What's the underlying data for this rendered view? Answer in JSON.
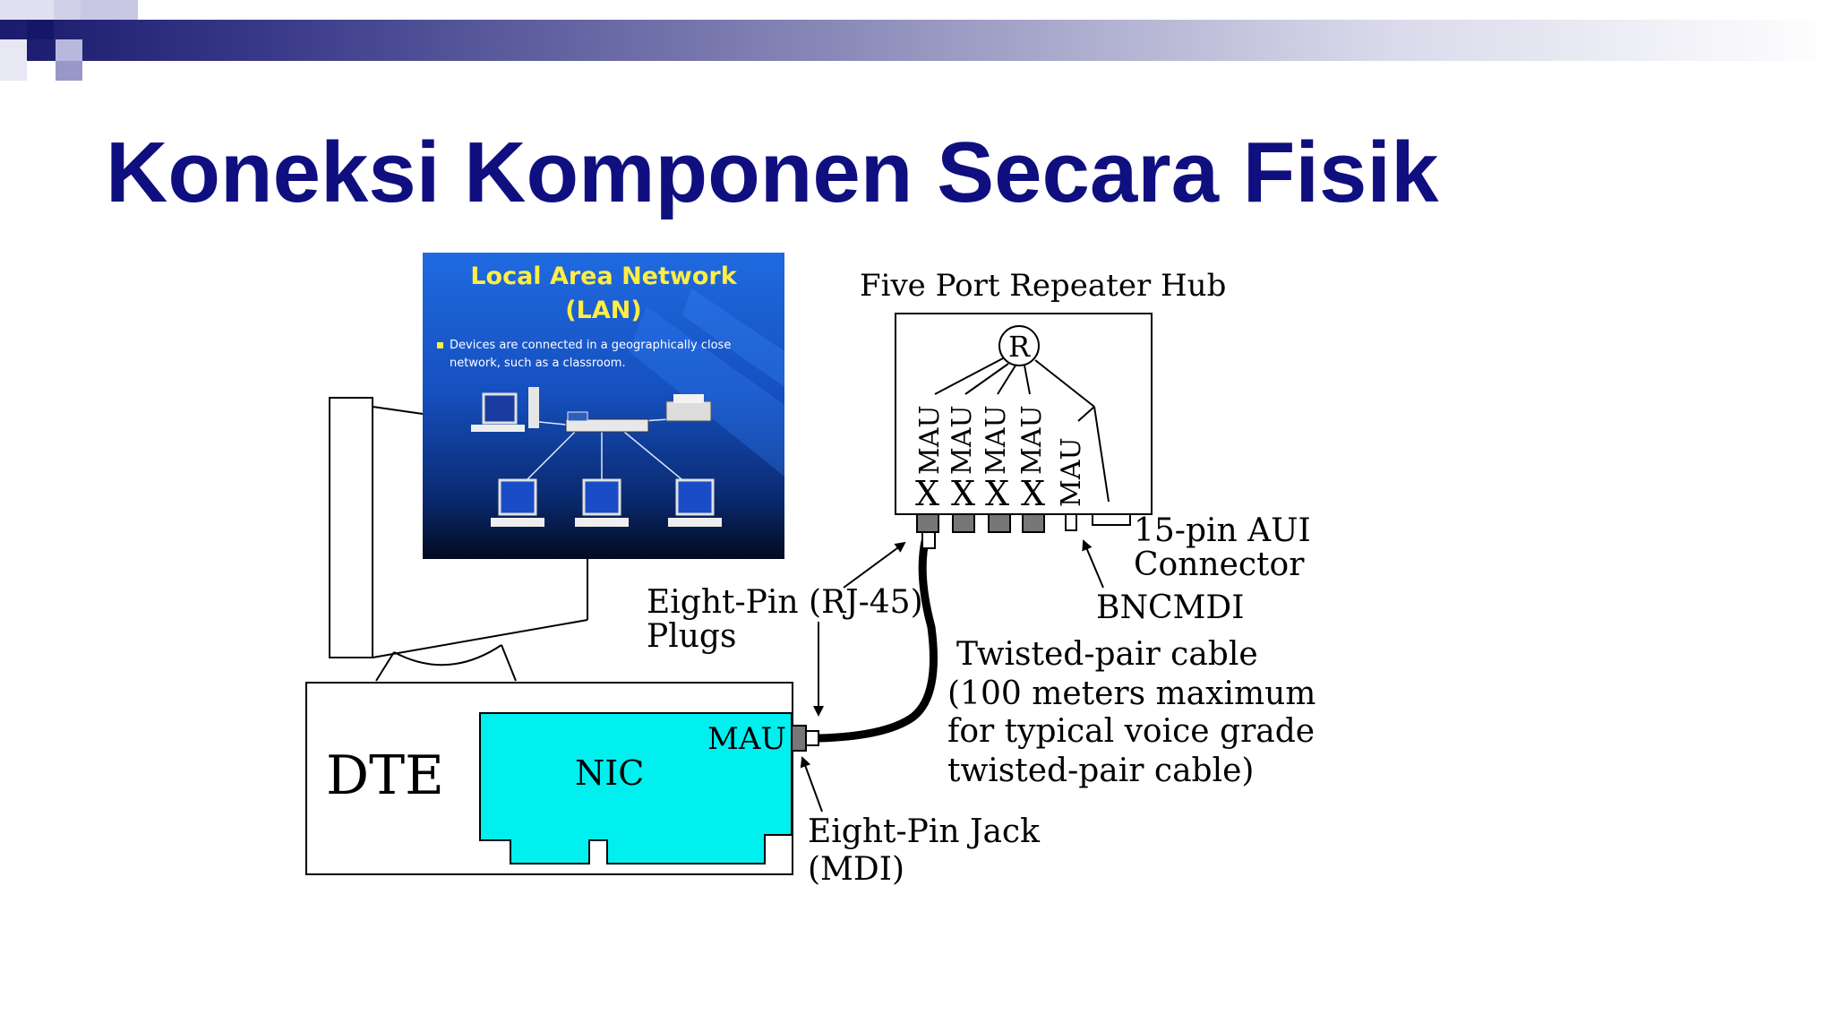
{
  "slide": {
    "title": "Koneksi Komponen Secara Fisik"
  },
  "lan_panel": {
    "title_line1": "Local Area Network",
    "title_line2": "(LAN)",
    "bullet": "Devices are connected in a geographically close network, such as a classroom."
  },
  "diagram": {
    "hub_title": "Five Port Repeater Hub",
    "repeater_symbol": "R",
    "mau_labels": [
      "MAU",
      "MAU",
      "MAU",
      "MAU",
      "MAU"
    ],
    "x_labels": [
      "X",
      "X",
      "X",
      "X"
    ],
    "aui_line1": "15-pin AUI",
    "aui_line2": "Connector",
    "bnc_label": "BNCMDI",
    "plugs_line1": "Eight-Pin (RJ-45)",
    "plugs_line2": "Plugs",
    "cable_line1": "Twisted-pair cable",
    "cable_line2": "(100 meters maximum",
    "cable_line3": "for typical voice grade",
    "cable_line4": "twisted-pair cable)",
    "dte_label": "DTE",
    "nic_label": "NIC",
    "nic_mau_label": "MAU",
    "jack_line1": "Eight-Pin Jack",
    "jack_line2": "(MDI)"
  },
  "colors": {
    "title": "#0f0f80",
    "nic_fill": "#00f0f0",
    "lan_title": "#ffee44"
  }
}
